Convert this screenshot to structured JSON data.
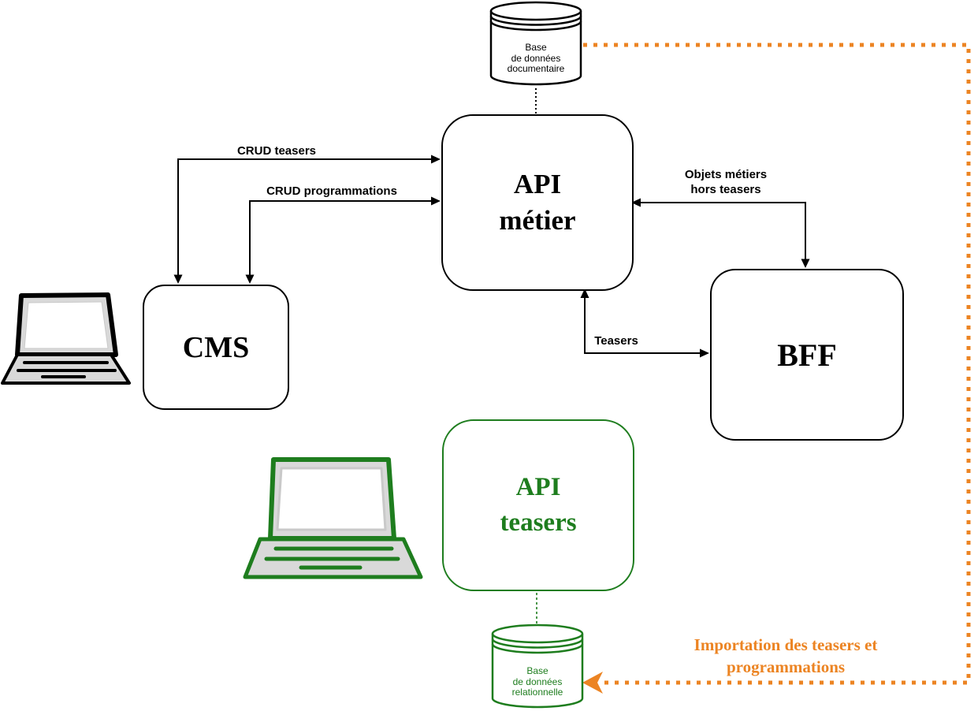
{
  "colors": {
    "accent_green": "#1e7d1e",
    "accent_orange": "#ec8423",
    "line_black": "#000000",
    "laptop_gray": "#d9d9d9",
    "bezel_gray": "#c9c9c9"
  },
  "nodes": {
    "db_documentaire": {
      "label": "Base\nde données\ndocumentaire"
    },
    "api_metier": {
      "label": "API\nmétier"
    },
    "cms": {
      "label": "CMS"
    },
    "bff": {
      "label": "BFF"
    },
    "api_teasers": {
      "label": "API\nteasers"
    },
    "db_relationnelle": {
      "label": "Base\nde données\nrelationnelle"
    }
  },
  "edges": {
    "crud_teasers": {
      "label": "CRUD teasers"
    },
    "crud_programmations": {
      "label": "CRUD programmations"
    },
    "objets_metiers": {
      "label": "Objets métiers\nhors teasers"
    },
    "teasers": {
      "label": "Teasers"
    },
    "importation": {
      "label": "Importation des teasers et\nprogrammations"
    }
  },
  "icons": {
    "laptop_cms": "laptop-icon",
    "laptop_teasers": "laptop-icon",
    "db_documentaire": "database-icon",
    "db_relationnelle": "database-icon"
  }
}
